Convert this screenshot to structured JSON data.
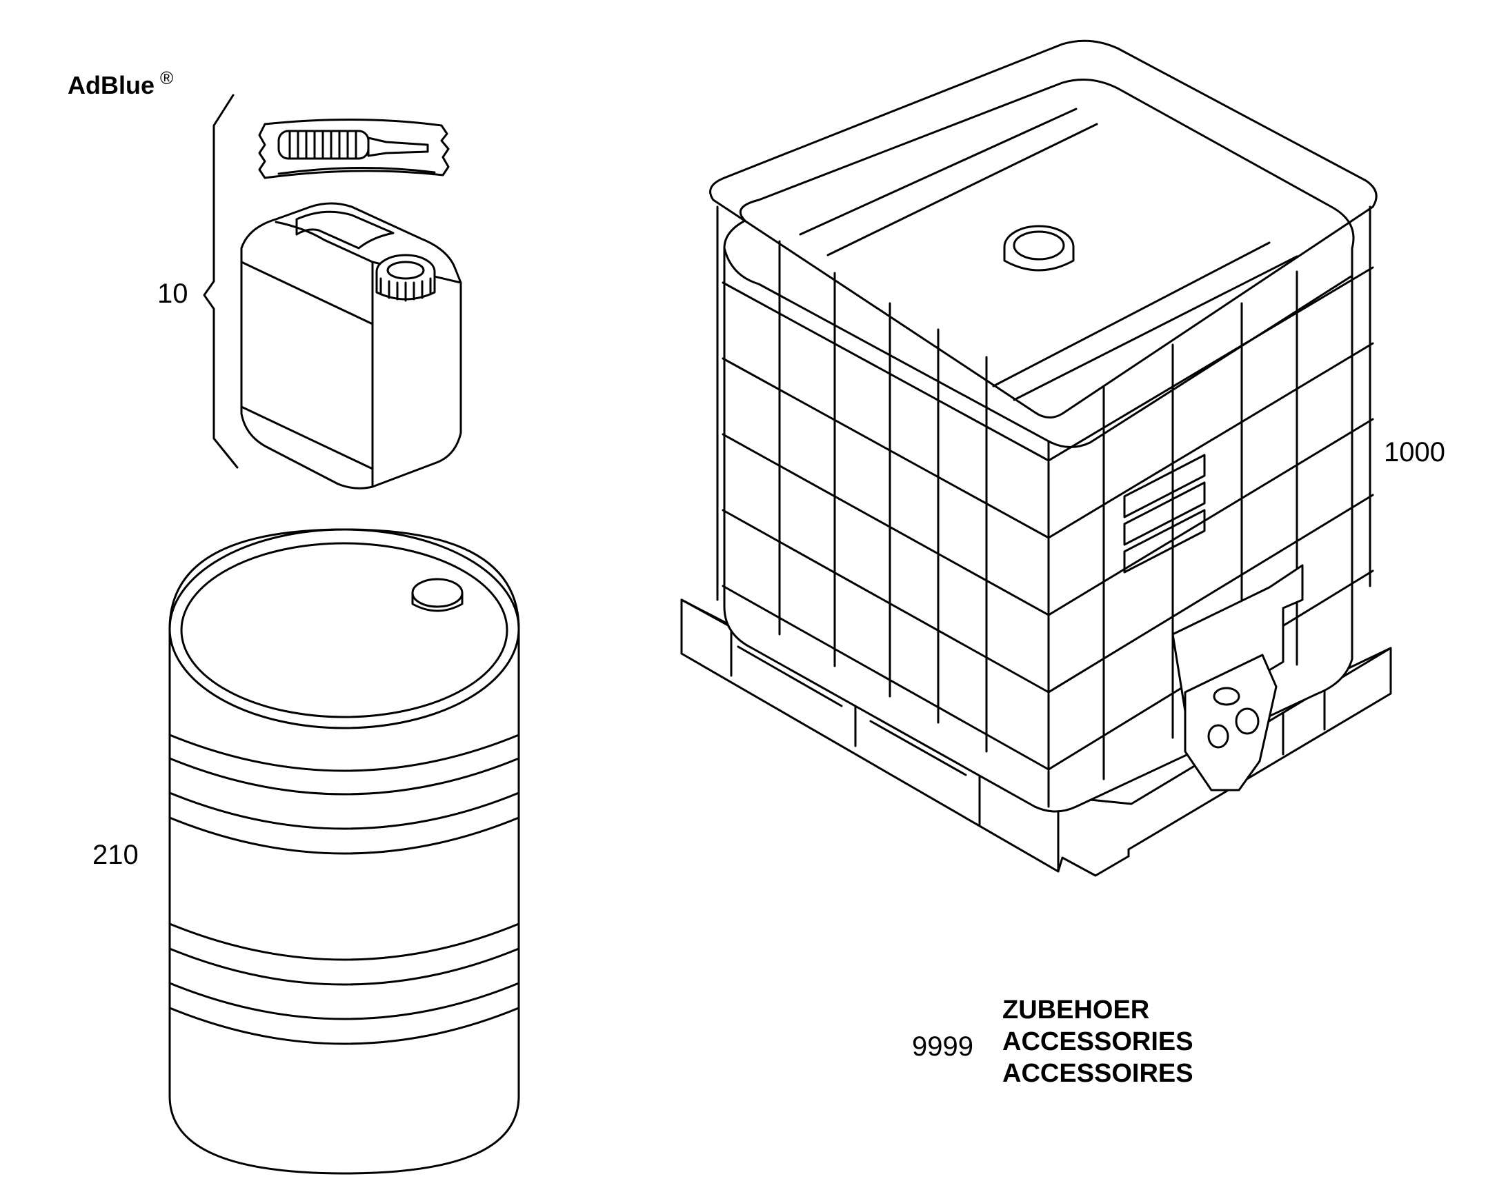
{
  "brand": {
    "name": "AdBlue",
    "mark": "®"
  },
  "items": [
    {
      "number": "10",
      "description": "jerrycan with spout"
    },
    {
      "number": "210",
      "description": "drum"
    },
    {
      "number": "1000",
      "description": "IBC tank on pallet"
    }
  ],
  "group": {
    "number": "9999",
    "title_de": "ZUBEHOER",
    "title_en": "ACCESSORIES",
    "title_fr": "ACCESSOIRES"
  },
  "colors": {
    "line": "#000000",
    "background": "#ffffff"
  }
}
